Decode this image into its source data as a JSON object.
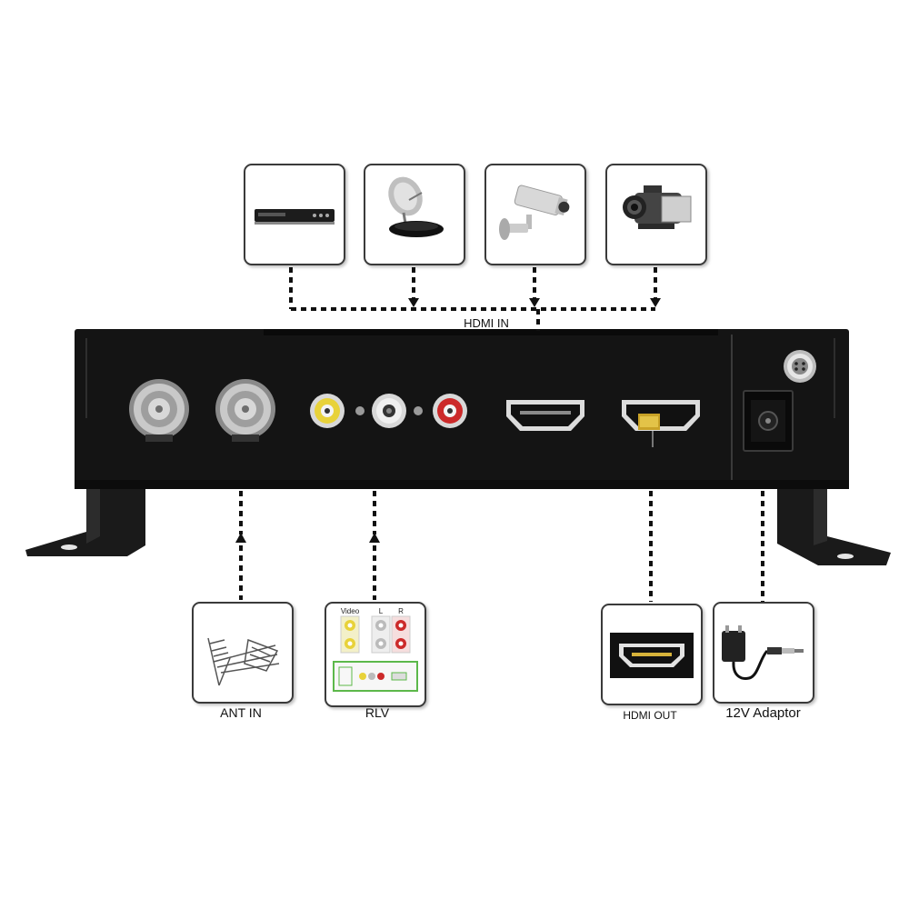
{
  "labels": {
    "hdmi_in": "HDMI IN",
    "ant_in": "ANT IN",
    "rlv": "RLV",
    "hdmi_out": "HDMI OUT",
    "adaptor": "12V Adaptor"
  },
  "rlv_panel": {
    "video": "Video",
    "left": "L",
    "right": "R"
  },
  "source_devices": [
    {
      "icon": "dvd-player-icon"
    },
    {
      "icon": "satellite-receiver-icon"
    },
    {
      "icon": "cctv-camera-icon"
    },
    {
      "icon": "camcorder-icon"
    }
  ],
  "colors": {
    "device_body": "#141414",
    "rca_yellow": "#e8d23a",
    "rca_red": "#cc2a2a",
    "rlv_green": "#5cb84a",
    "box_border": "#3a3a3a"
  }
}
